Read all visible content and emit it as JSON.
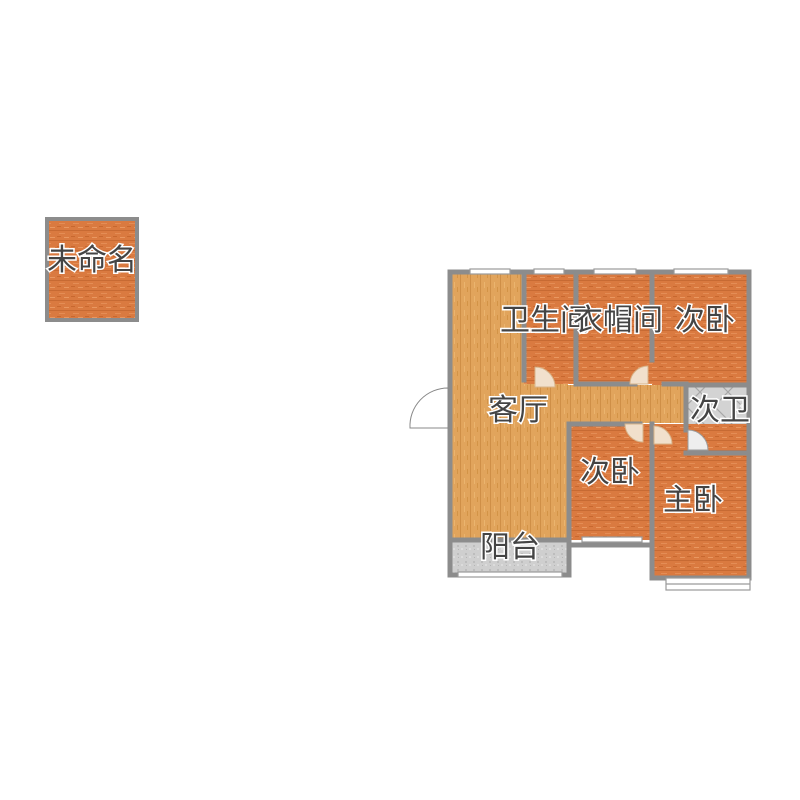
{
  "colors": {
    "wall": "#8c8c8c",
    "wood": "#d9793e",
    "light_wood": "#e0a35a",
    "tile": "#c9c9c9",
    "label": "#444444"
  },
  "rooms": {
    "unnamed": "未命名",
    "bathroom": "卫生间",
    "cloakroom": "衣帽间",
    "second_bedroom_top": "次卧",
    "living_room": "客厅",
    "second_bathroom": "次卫",
    "second_bedroom_mid": "次卧",
    "master_bedroom": "主卧",
    "balcony": "阳台"
  }
}
